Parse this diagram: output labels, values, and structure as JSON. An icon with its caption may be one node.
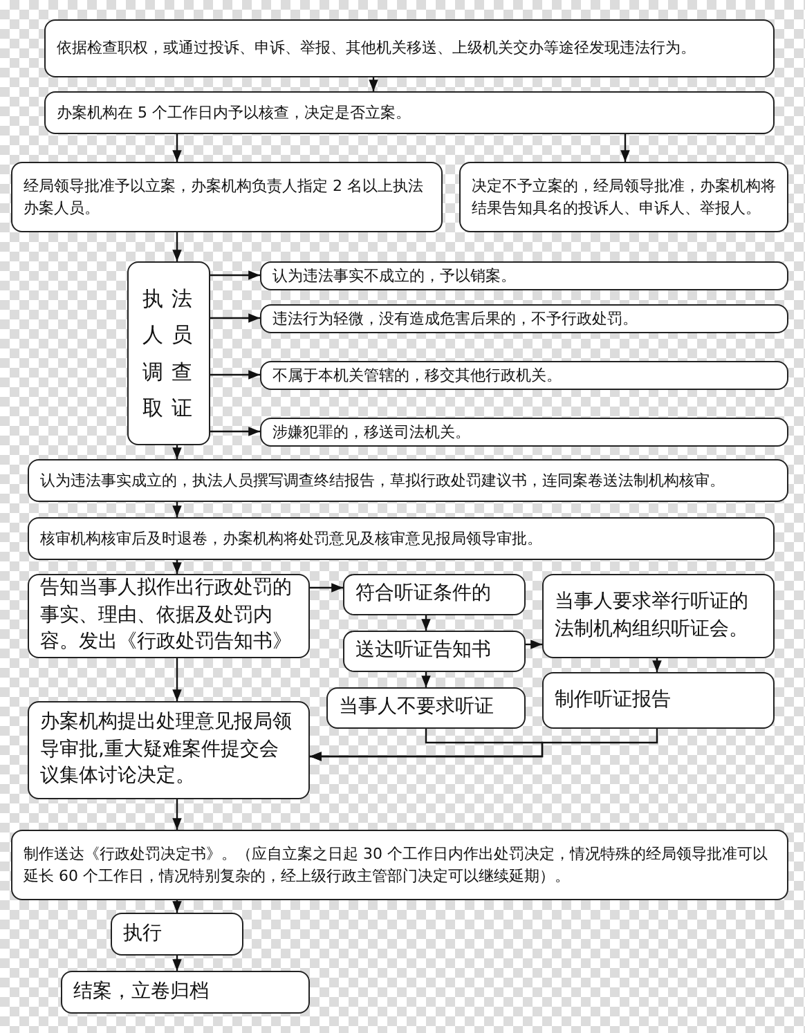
{
  "diagram": {
    "nodes": [
      {
        "text": [
          "依据检查职权，或通过投诉、申诉、举报、其他机关移送、上级机关交办等途径发现违法行为。"
        ]
      },
      {
        "text": [
          "办案机构在 5 个工作日内予以核查，决定是否立案。"
        ]
      },
      {
        "text": [
          "经局领导批准予以立案，办案机构负责人指定 2 名以上执法办案人员。"
        ]
      },
      {
        "text": [
          "决定不予立案的，经局领导批准，办案机构将结果告知具名的投诉人、申诉人、举报人。"
        ]
      },
      {
        "text": [
          "执法人员调查取证"
        ]
      },
      {
        "text": [
          "认为违法事实不成立的，予以销案。"
        ]
      },
      {
        "text": [
          "违法行为轻微，没有造成危害后果的，不予行政处罚。"
        ]
      },
      {
        "text": [
          "不属于本机关管辖的，移交其他行政机关。"
        ]
      },
      {
        "text": [
          "涉嫌犯罪的，移送司法机关。"
        ]
      },
      {
        "text": [
          "认为违法事实成立的，执法人员撰写调查终结报告，草拟行政处罚建议书，连同案卷送法制机构核审。"
        ]
      },
      {
        "text": [
          "核审机构核审后及时退卷，办案机构将处罚意见及核审意见报局领导审批。"
        ]
      },
      {
        "text": [
          "告知当事人拟作出行政处罚的事实、理由、依据及处罚内容。发出《行政处罚告知书》"
        ]
      },
      {
        "text": [
          "符合听证条件的"
        ]
      },
      {
        "text": [
          "送达听证告知书"
        ]
      },
      {
        "text": [
          "当事人要求举行听证的法制机构组织听证会。"
        ]
      },
      {
        "text": [
          "当事人不要求听证"
        ]
      },
      {
        "text": [
          "制作听证报告"
        ]
      },
      {
        "text": [
          "办案机构提出处理意见报局领导审批,重大疑难案件提交会议集体讨论决定。"
        ]
      },
      {
        "text": [
          "制作送达《行政处罚决定书》。（应自立案之日起 30 个工作日内作出处罚决定，情况特殊的经局领导批准可以延长 60 个工作日，情况特别复杂的，经上级行政主管部门决定可以继续延期）。"
        ]
      },
      {
        "text": [
          "执行"
        ]
      },
      {
        "text": [
          "结案，立卷归档"
        ]
      }
    ],
    "edges": [
      {
        "from": 0,
        "to": 1,
        "arrow": "to"
      },
      {
        "from": 1,
        "to": 2,
        "arrow": "to"
      },
      {
        "from": 1,
        "to": 3,
        "arrow": "to"
      },
      {
        "from": 2,
        "to": 4,
        "arrow": "to"
      },
      {
        "from": 4,
        "to": 5,
        "arrow": "to"
      },
      {
        "from": 4,
        "to": 6,
        "arrow": "to"
      },
      {
        "from": 4,
        "to": 7,
        "arrow": "to"
      },
      {
        "from": 4,
        "to": 8,
        "arrow": "to"
      },
      {
        "from": 4,
        "to": 9,
        "arrow": "to"
      },
      {
        "from": 9,
        "to": 10,
        "arrow": "to"
      },
      {
        "from": 10,
        "to": 11,
        "arrow": "to"
      },
      {
        "from": 11,
        "to": 12,
        "arrow": "to"
      },
      {
        "from": 12,
        "to": 13,
        "arrow": "to"
      },
      {
        "from": 13,
        "to": 14,
        "arrow": "to"
      },
      {
        "from": 13,
        "to": 15,
        "arrow": "to"
      },
      {
        "from": 14,
        "to": 16,
        "arrow": "to"
      },
      {
        "from": 11,
        "to": 17,
        "arrow": "to"
      },
      {
        "from": 15,
        "to": 17,
        "arrow": "to"
      },
      {
        "from": 16,
        "to": 17,
        "arrow": "to"
      },
      {
        "from": 17,
        "to": 18,
        "arrow": "to"
      },
      {
        "from": 18,
        "to": 19,
        "arrow": "to"
      },
      {
        "from": 19,
        "to": 20,
        "arrow": "to"
      }
    ]
  }
}
